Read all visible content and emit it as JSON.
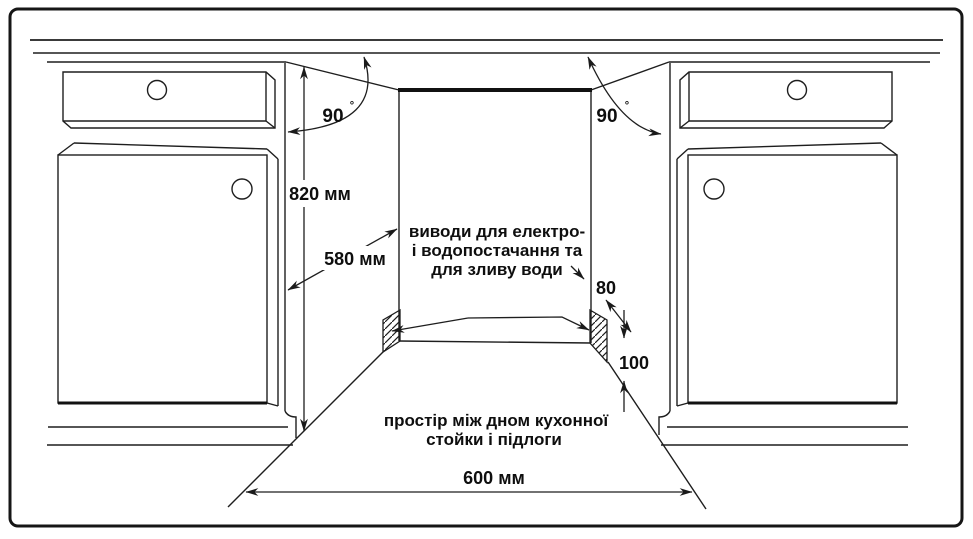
{
  "diagram": {
    "dimensions": {
      "angle_left": "90",
      "angle_right": "90",
      "degree": "°",
      "counter_height": "820 мм",
      "niche_depth": "580 мм",
      "outlet_zone_depth": "80",
      "plinth_height": "100",
      "niche_width": "600 мм"
    },
    "notes": {
      "outlets_line1": "виводи для електро-",
      "outlets_line2": "і водопостачання та",
      "outlets_line3": "для зливу води",
      "floor_line1": "простір між дном кухонної",
      "floor_line2": "стойки і підлоги"
    }
  }
}
